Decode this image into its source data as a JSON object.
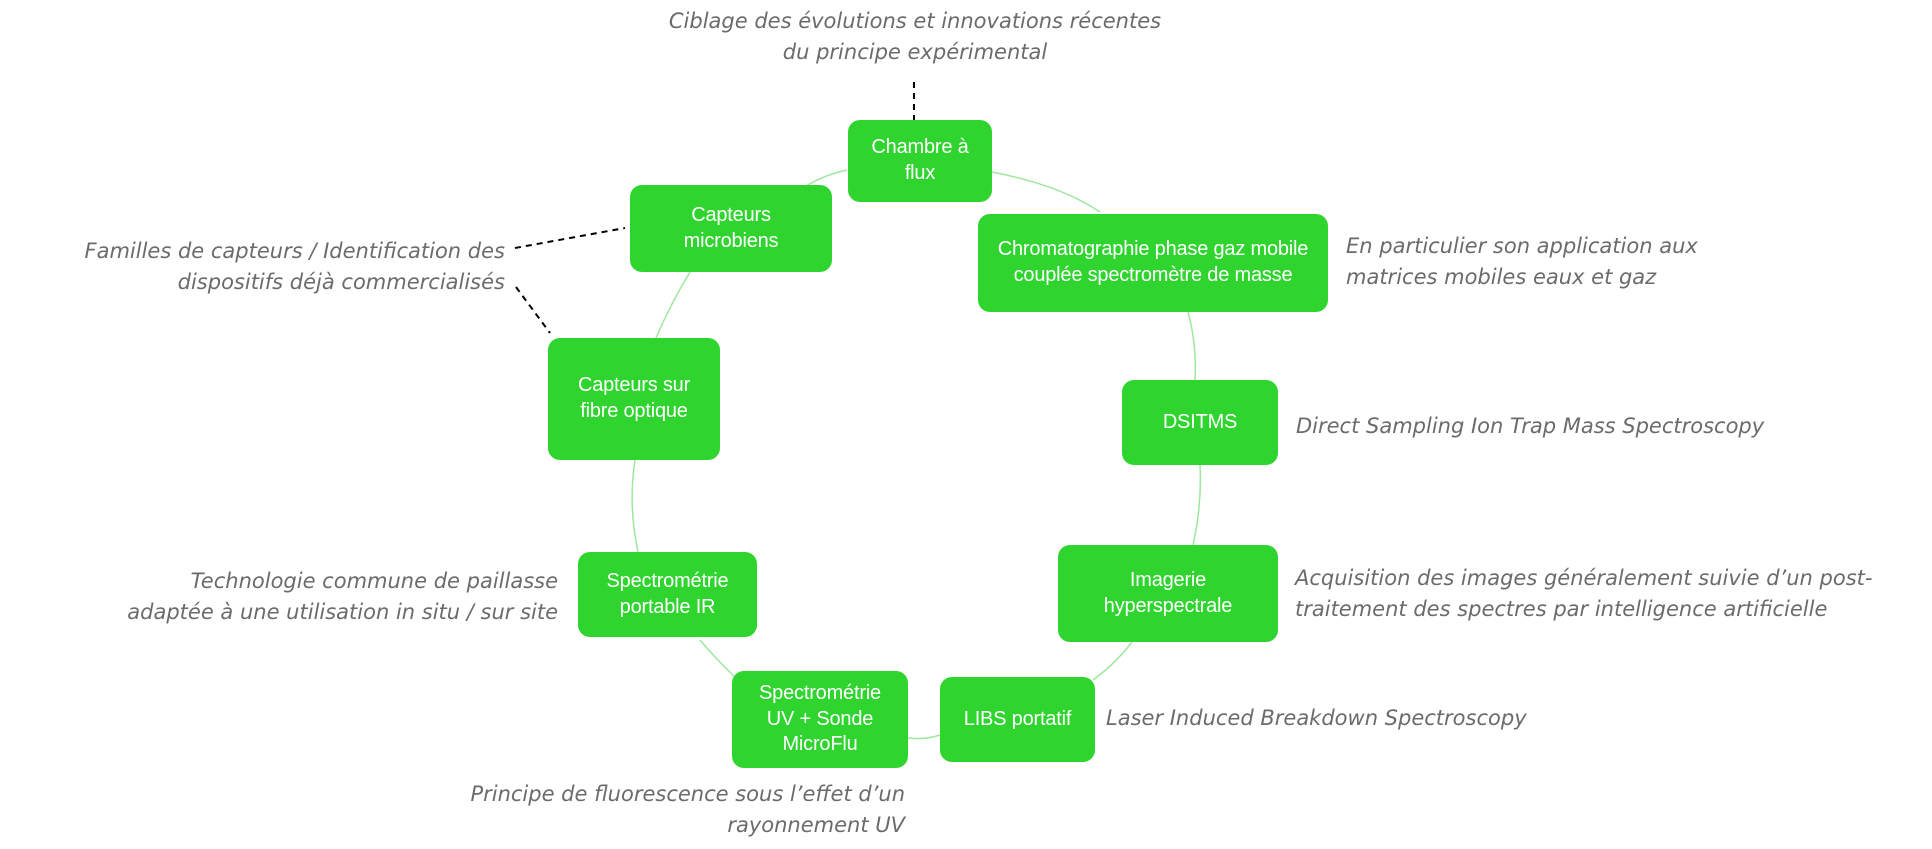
{
  "colors": {
    "node_fill": "#2fd42f",
    "node_text": "#ffffff",
    "ring": "#9ee89e",
    "note_text": "#6b6b6b",
    "connector": "#000000"
  },
  "nodes": {
    "chambre": "Chambre à flux",
    "chromato": "Chromatographie phase gaz mobile couplée spectromètre de masse",
    "dsitms": "DSITMS",
    "imagerie": "Imagerie hyperspectrale",
    "libs": "LIBS portatif",
    "uv": "Spectrométrie UV + Sonde MicroFlu",
    "ir": "Spectrométrie portable IR",
    "fibre": "Capteurs sur fibre optique",
    "microbiens": "Capteurs microbiens"
  },
  "notes": {
    "chambre": "Ciblage des évolutions et innovations récentes\ndu principe expérimental",
    "chromato": "En particulier son application aux\nmatrices mobiles eaux et gaz",
    "dsitms": "Direct Sampling Ion Trap Mass Spectroscopy",
    "imagerie": "Acquisition des images généralement suivie d’un post-\ntraitement des spectres par intelligence artificielle",
    "libs": "Laser Induced Breakdown Spectroscopy",
    "uv": "Principe de fluorescence sous l’effet d’un\nrayonnement UV",
    "ir": "Technologie commune de paillasse\nadaptée à une utilisation in situ / sur site",
    "capteurs": "Familles de capteurs / Identification des\ndispositifs déjà commercialisés"
  }
}
